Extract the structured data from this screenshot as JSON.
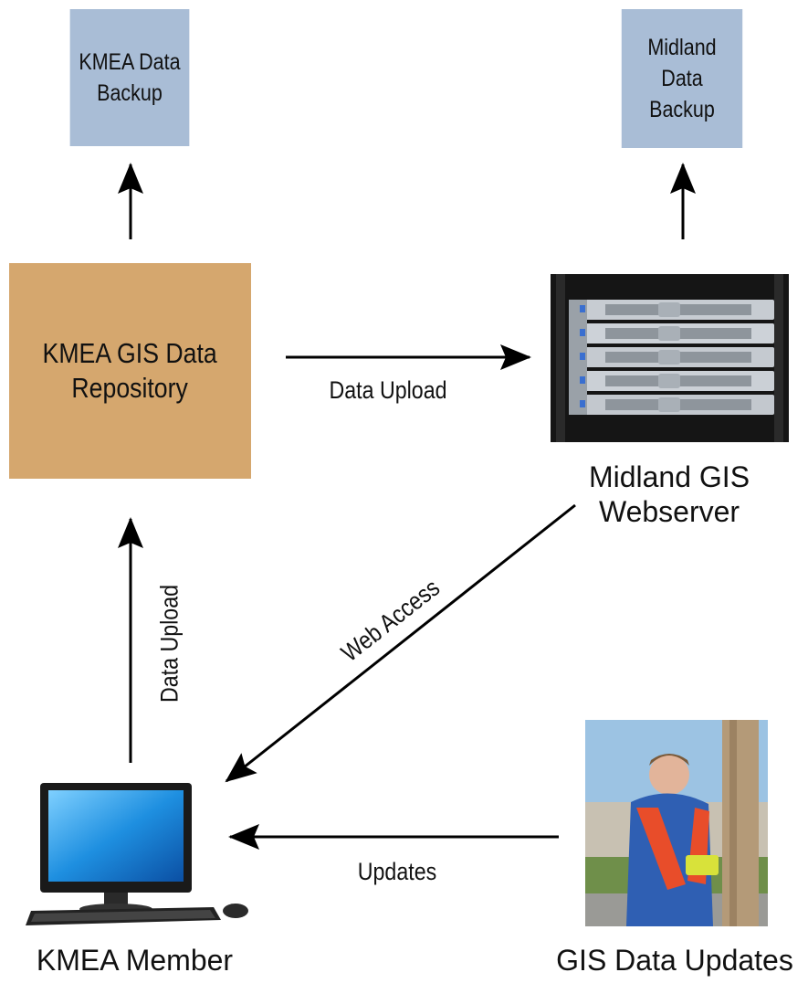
{
  "nodes": {
    "kmea_backup": "KMEA Data\nBackup",
    "midland_backup": "Midland\nData\nBackup",
    "repository": "KMEA GIS Data\nRepository",
    "webserver": "Midland GIS\nWebserver",
    "member": "KMEA Member",
    "updates": "GIS Data Updates"
  },
  "edges": {
    "upload_horizontal": "Data Upload",
    "upload_vertical": "Data Upload",
    "web_access": "Web Access",
    "updates": "Updates"
  },
  "colors": {
    "backup_box": "#a9bdd6",
    "repository_box": "#d5a76e",
    "arrow": "#000000"
  }
}
